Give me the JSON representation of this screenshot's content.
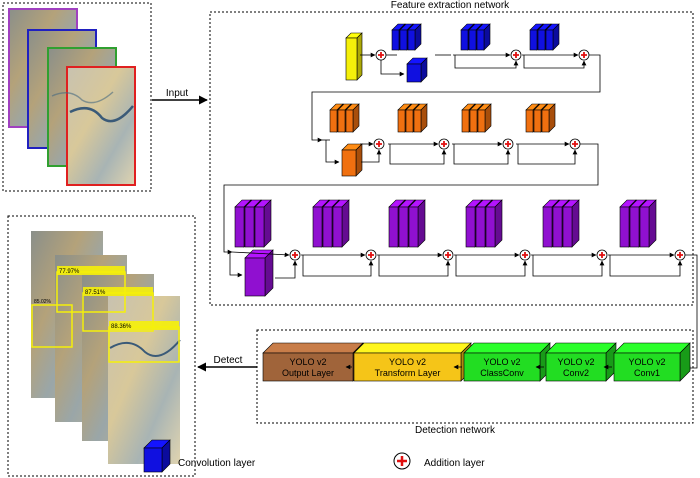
{
  "title": "Feature extraction network",
  "labels": {
    "input": "Input",
    "detect": "Detect",
    "detection_network": "Detection network"
  },
  "legend": {
    "convolution": "Convolution layer",
    "addition": "Addition layer"
  },
  "detection_layers": [
    {
      "line1": "YOLO v2",
      "line2": "Output Layer",
      "color": "#a0643a"
    },
    {
      "line1": "YOLO v2",
      "line2": "Transform Layer",
      "color": "#f5c518"
    },
    {
      "line1": "YOLO v2",
      "line2": "ClassConv",
      "color": "#22dd22"
    },
    {
      "line1": "YOLO v2",
      "line2": "Conv2",
      "color": "#22dd22"
    },
    {
      "line1": "YOLO v2",
      "line2": "Conv1",
      "color": "#22dd22"
    }
  ],
  "detections": [
    "77.97%",
    "87.51%",
    "88.36%",
    "85.02%"
  ],
  "colors": {
    "stage1": "#1010e0",
    "stage2": "#f07010",
    "stage3": "#9010d0",
    "input_block": "#f5f00a",
    "frames": [
      "#a040c0",
      "#2020c0",
      "#30a030",
      "#e02020"
    ],
    "detection_box": "#f5f00a"
  },
  "icons": {
    "addition": "plus-circle-icon",
    "convolution": "cube-icon"
  }
}
